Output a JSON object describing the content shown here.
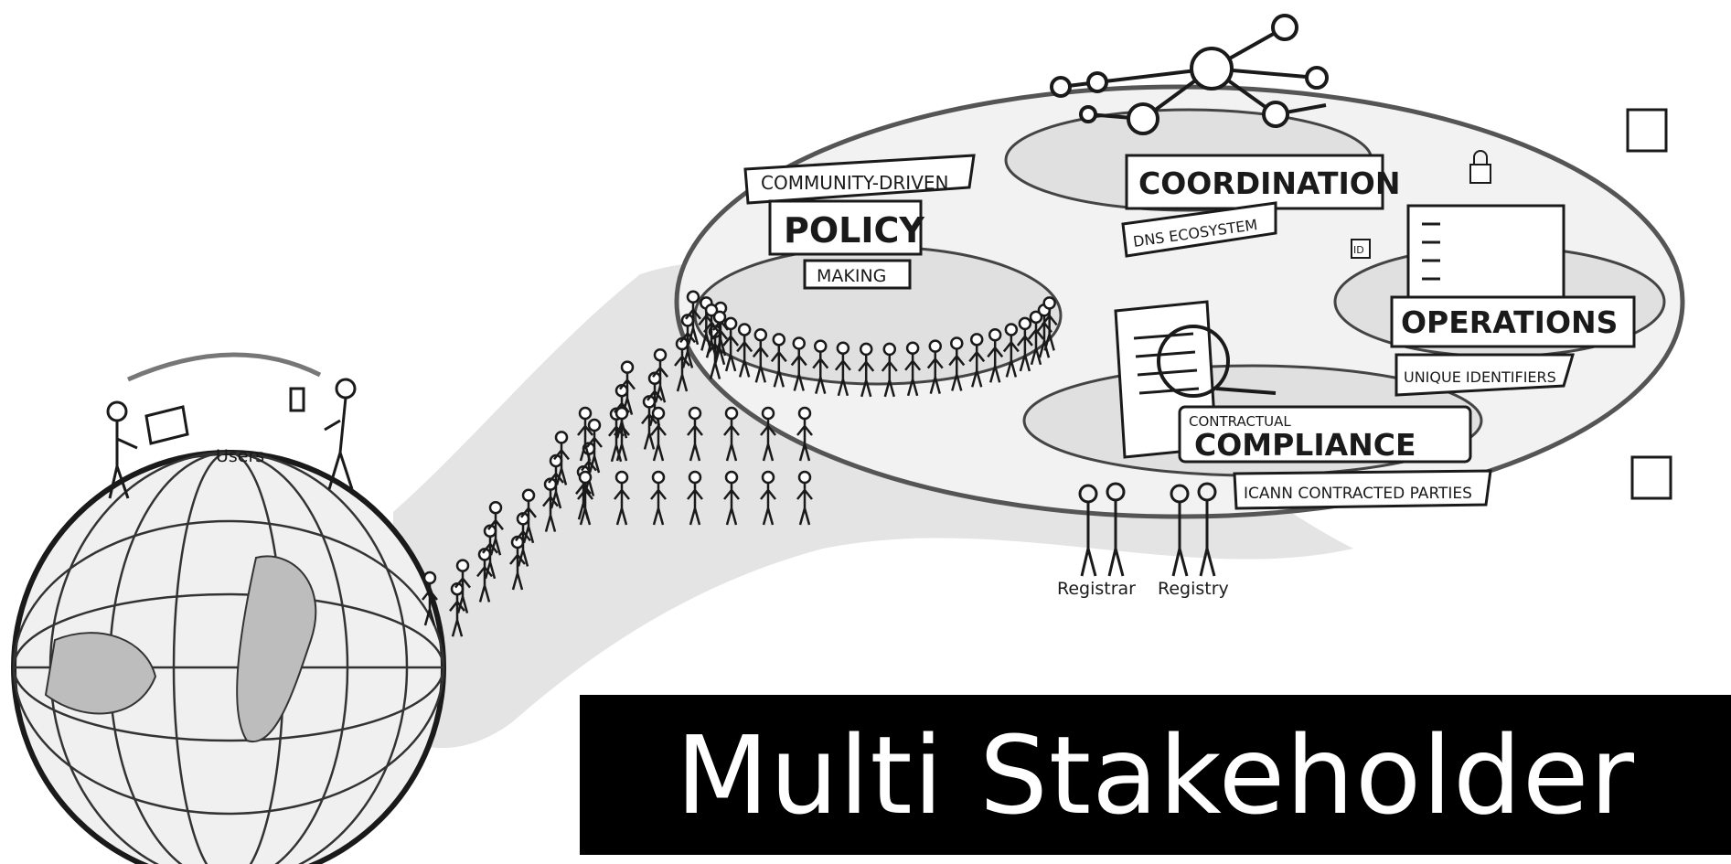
{
  "labels": {
    "community_driven": "COMMUNITY-DRIVEN",
    "policy": "POLICY",
    "making": "MAKING",
    "coordination": "COORDINATION",
    "dns_ecosystem": "DNS ECOSYSTEM",
    "operations": "OPERATIONS",
    "unique_identifiers": "UNIQUE IDENTIFIERS",
    "contractual": "CONTRACTUAL",
    "compliance": "COMPLIANCE",
    "icann_contracted_parties": "ICANN CONTRACTED PARTIES",
    "users": "Users",
    "registrar": "Registrar",
    "registry": "Registry",
    "id_badge": "ID"
  },
  "title": "Multi Stakeholder",
  "colors": {
    "ink": "#1a1a1a",
    "shade": "#d6d6d6",
    "banner": "#000000",
    "banner_text": "#ffffff"
  },
  "icons": [
    "globe-icon",
    "network-icon",
    "server-icon",
    "document-icon",
    "magnifier-icon",
    "laptop-icon",
    "phone-icon",
    "lock-icon"
  ]
}
